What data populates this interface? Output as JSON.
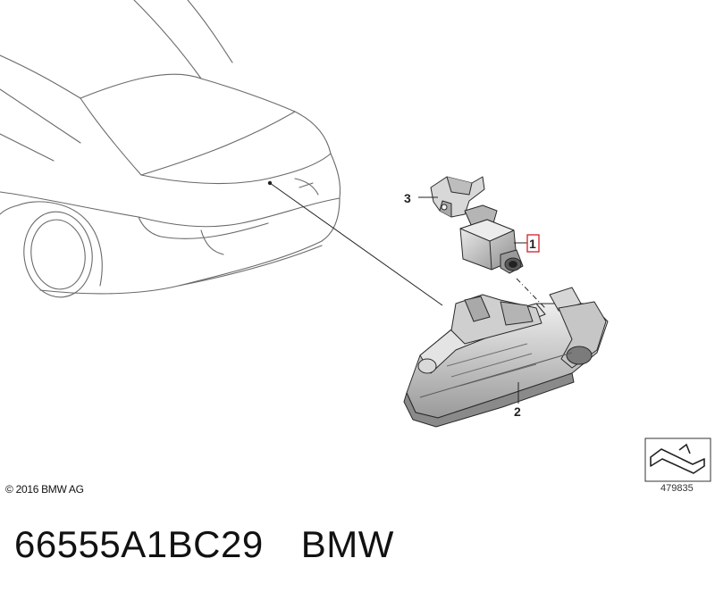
{
  "callouts": {
    "part_1": "1",
    "part_2": "2",
    "part_3": "3"
  },
  "copyright": "© 2016 BMW AG",
  "reference_number": "479835",
  "caption": {
    "part_number": "66555A1BC29",
    "brand": "BMW"
  },
  "colors": {
    "line": "#2a2a2a",
    "car_outline": "#666666",
    "highlight_box": "#d0202a",
    "part_fill_light": "#e6e6e6",
    "part_fill_mid": "#bdbdbd",
    "part_fill_dark": "#7a7a7a"
  }
}
